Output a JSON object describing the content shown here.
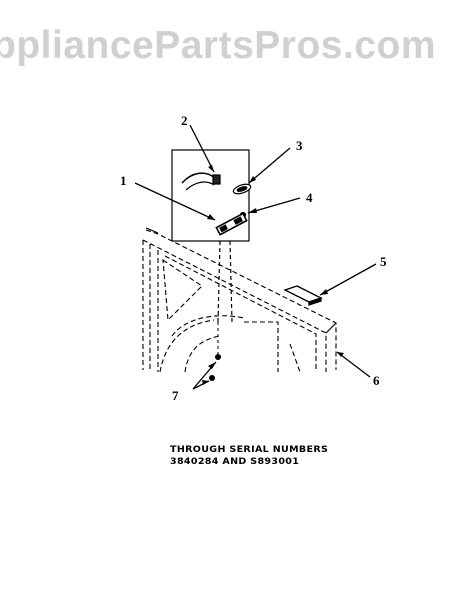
{
  "watermark": {
    "text": "ppliancePartsPros.com"
  },
  "callouts": [
    {
      "id": "1",
      "label": "1"
    },
    {
      "id": "2",
      "label": "2"
    },
    {
      "id": "3",
      "label": "3"
    },
    {
      "id": "4",
      "label": "4"
    },
    {
      "id": "5",
      "label": "5"
    },
    {
      "id": "6",
      "label": "6"
    },
    {
      "id": "7",
      "label": "7"
    }
  ],
  "caption": {
    "line1": "THROUGH SERIAL NUMBERS",
    "line2": "3840284 AND S893001"
  }
}
